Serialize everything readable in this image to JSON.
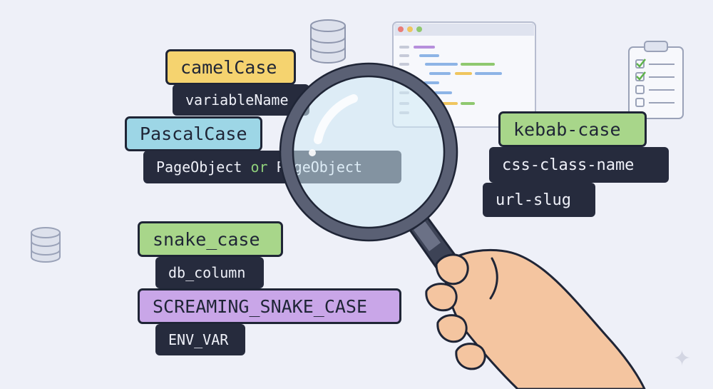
{
  "labels": {
    "camel": {
      "name": "camelCase",
      "example": "variableName"
    },
    "pascal": {
      "name": "PascalCase",
      "example_a": "PageObject",
      "connector": " or ",
      "example_b": "PageObject"
    },
    "kebab": {
      "name": "kebab-case",
      "example_1": "css-class-name",
      "example_2": "url-slug"
    },
    "snake": {
      "name": "snake_case",
      "example": "db_column"
    },
    "screaming": {
      "name": "SCREAMING_SNAKE_CASE",
      "example": "ENV_VAR"
    }
  },
  "colors": {
    "background": "#eef0f8",
    "camel": "#f5d36f",
    "pascal": "#9dd6e6",
    "kebab": "#a8d68a",
    "snake": "#a8d68a",
    "screaming": "#c9a6e8",
    "tag": "#262b3d",
    "lens": "#cfe9f4",
    "skin": "#f4c5a0"
  },
  "icons": [
    "database-icon",
    "code-window-icon",
    "checklist-clipboard-icon",
    "magnifying-glass-icon",
    "hand-icon",
    "sparkle-icon"
  ]
}
